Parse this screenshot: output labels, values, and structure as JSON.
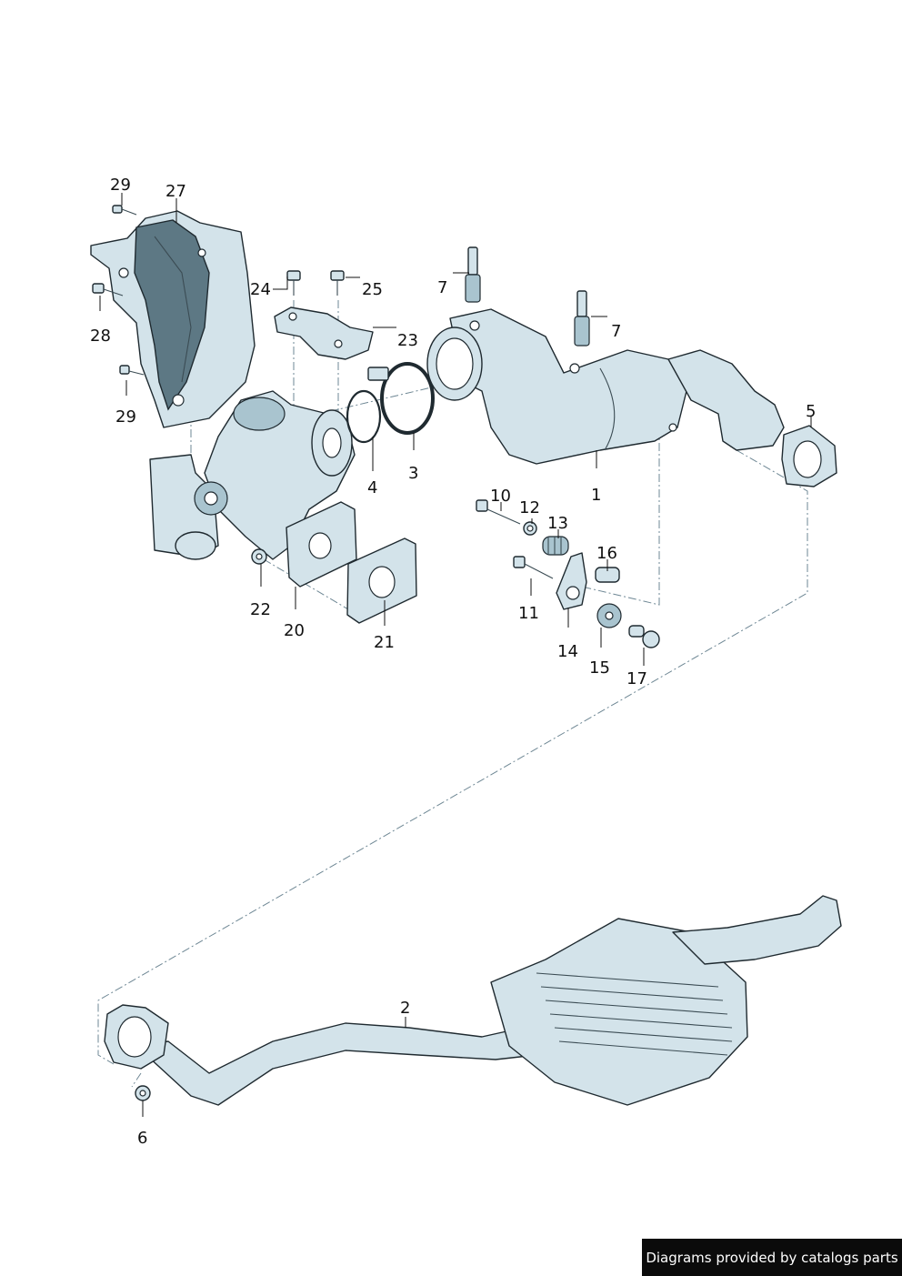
{
  "callouts": {
    "c1": "1",
    "c2": "2",
    "c3": "3",
    "c4": "4",
    "c5": "5",
    "c6": "6",
    "c7a": "7",
    "c7b": "7",
    "c10": "10",
    "c11": "11",
    "c12": "12",
    "c13": "13",
    "c14": "14",
    "c15": "15",
    "c16": "16",
    "c17": "17",
    "c20": "20",
    "c21": "21",
    "c22": "22",
    "c23": "23",
    "c24": "24",
    "c25": "25",
    "c27": "27",
    "c28": "28",
    "c29a": "29",
    "c29b": "29"
  },
  "footer": {
    "text": "Diagrams provided by catalogs parts"
  },
  "colors": {
    "part_fill": "#d3e3ea",
    "outline": "#1f2a30",
    "dash": "#6e8794"
  }
}
